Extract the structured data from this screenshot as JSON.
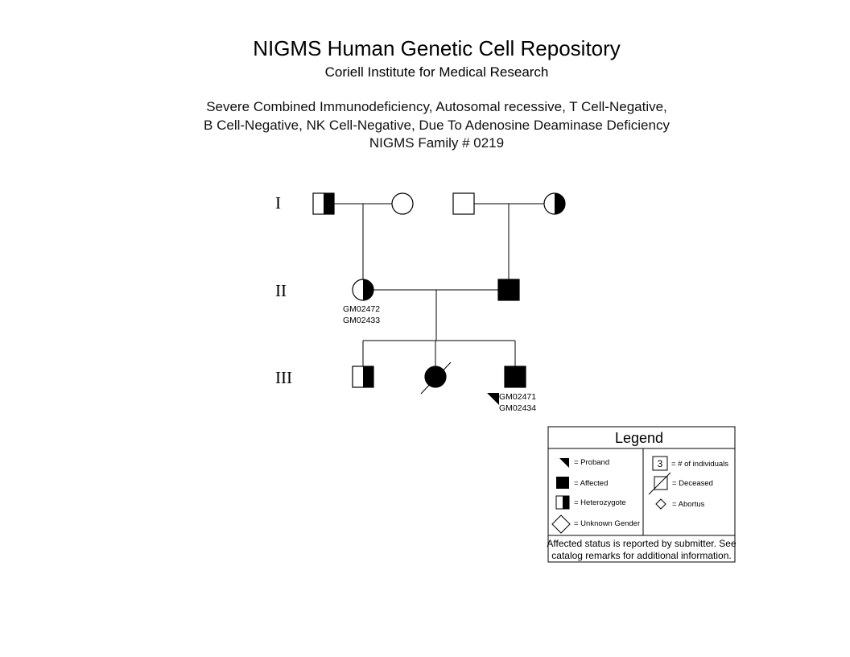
{
  "header": {
    "title": "NIGMS Human Genetic Cell Repository",
    "subtitle": "Coriell Institute for Medical Research",
    "condition_line1": "Severe Combined Immunodeficiency, Autosomal recessive, T Cell-Negative,",
    "condition_line2": "B Cell-Negative, NK Cell-Negative, Due To Adenosine Deaminase Deficiency",
    "family": "NIGMS Family # 0219"
  },
  "generations": [
    "I",
    "II",
    "III"
  ],
  "individuals": {
    "ii_female": {
      "ids": [
        "GM02472",
        "GM02433"
      ]
    },
    "iii_proband": {
      "ids": [
        "GM02471",
        "GM02434"
      ]
    }
  },
  "legend": {
    "title": "Legend",
    "proband": "= Proband",
    "affected": "= Affected",
    "heterozygote": "= Heterozygote",
    "unknown_gender": "= Unknown Gender",
    "count_number": "3",
    "count": "= # of individuals",
    "deceased": "= Deceased",
    "abortus": "= Abortus",
    "note_line1": "Affected status is reported by submitter. See",
    "note_line2": "catalog remarks for additional information."
  }
}
